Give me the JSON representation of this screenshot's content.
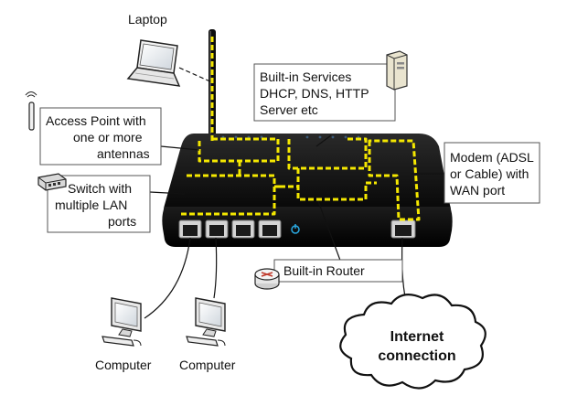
{
  "labels": {
    "laptop": "Laptop",
    "services": [
      "Built-in Services",
      "DHCP, DNS, HTTP",
      "Server etc"
    ],
    "access_point": [
      "Access Point with",
      "one or more",
      "antennas"
    ],
    "switch": [
      "Switch with",
      "multiple LAN",
      "ports"
    ],
    "modem": [
      "Modem (ADSL",
      "or Cable) with",
      "WAN port"
    ],
    "router": "Built-in Router",
    "computer_left": "Computer",
    "computer_right": "Computer",
    "internet": [
      "Internet",
      "connection"
    ]
  },
  "colors": {
    "highlight": "#f5e800",
    "router_body": "#111111",
    "lan_port": "#cfcfcf",
    "power_led": "#2aa8e0"
  },
  "icons": [
    "laptop-icon",
    "server-icon",
    "wifi-antenna-icon",
    "network-switch-icon",
    "router-icon",
    "computer-icon",
    "cloud-icon"
  ]
}
